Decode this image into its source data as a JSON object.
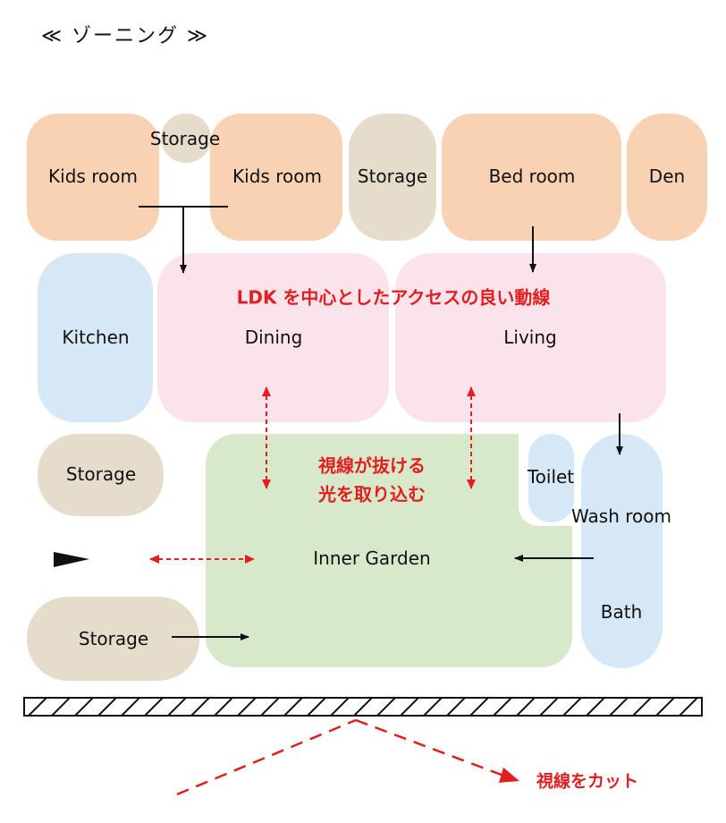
{
  "title": "≪ ゾーニング ≫",
  "zones": {
    "kids_room_1": "Kids room",
    "storage_small": "Storage",
    "kids_room_2": "Kids room",
    "storage_top": "Storage",
    "bed_room": "Bed room",
    "den": "Den",
    "kitchen": "Kitchen",
    "dining": "Dining",
    "living": "Living",
    "storage_mid": "Storage",
    "toilet": "Toilet",
    "wash_room": "Wash room",
    "bath": "Bath",
    "inner_garden": "Inner Garden",
    "storage_bottom": "Storage"
  },
  "notes": {
    "ldk": "LDK を中心としたアクセスの良い動線",
    "sightline_1": "視線が抜ける",
    "sightline_2": "光を取り込む",
    "cut": "視線をカット"
  },
  "colors": {
    "room": "#f8d2b3",
    "storage": "#e5dccb",
    "water": "#d6e8f5",
    "ldk": "#fbe3ec",
    "garden": "#d8e9cb",
    "annotation": "#e02020"
  }
}
